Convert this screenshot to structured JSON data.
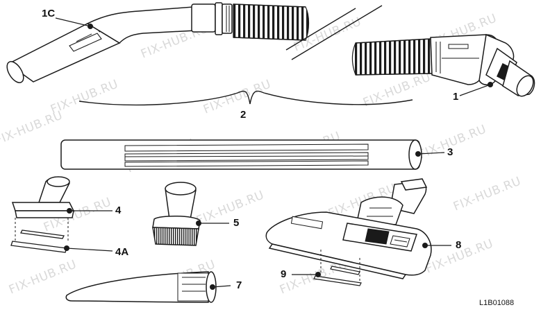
{
  "labels": {
    "hose_handle": "1C",
    "hose": "2",
    "hose_coupling": "1",
    "tube": "3",
    "upholstery_nozzle": "4",
    "upholstery_strip": "4A",
    "dusting_brush": "5",
    "crevice_tool": "7",
    "floor_nozzle": "8",
    "floor_strip": "9"
  },
  "drawing_code": "L1B01088",
  "watermark": "FIX-HUB.RU"
}
